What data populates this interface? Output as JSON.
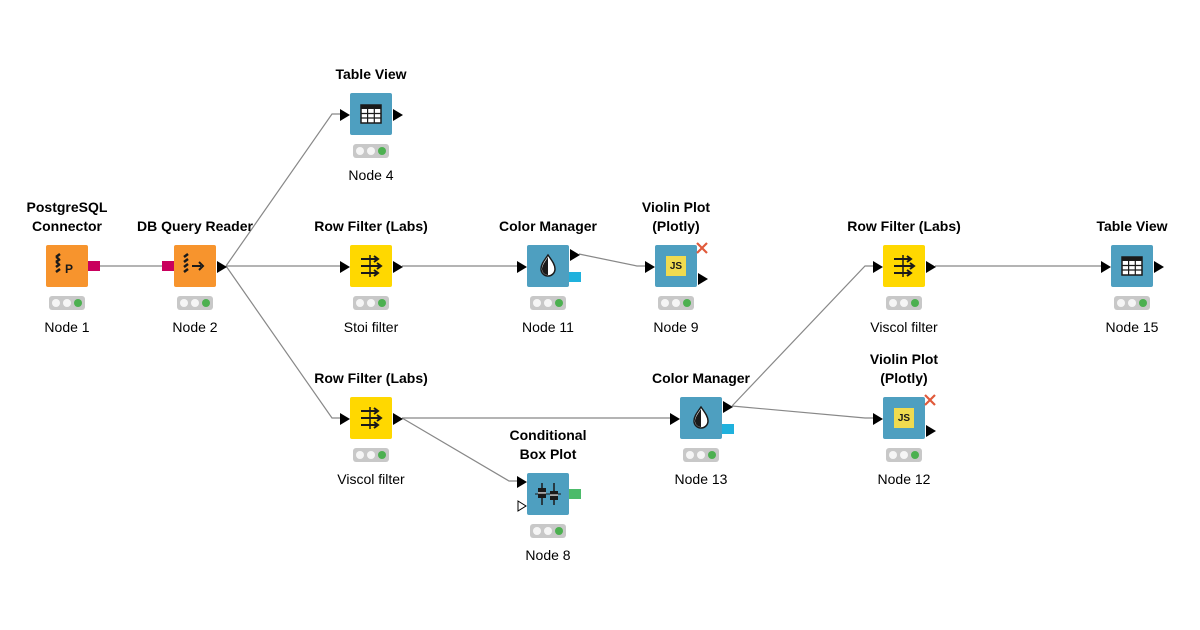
{
  "colors": {
    "connection": "#888888",
    "orange": "#f7942d",
    "yellow": "#ffd800",
    "blue": "#4e9fc0",
    "db_port": "#c9005d",
    "color_port": "#1fb1dd",
    "view_port": "#4cbb6a",
    "status_green": "#4cb050",
    "js_badge": "#f0db4f",
    "warning_x": "#e05a3b"
  },
  "nodes": {
    "n1": {
      "title": "PostgreSQL\nConnector",
      "label": "Node 1",
      "icon": "db-connector-icon"
    },
    "n2": {
      "title": "DB Query Reader",
      "label": "Node 2",
      "icon": "db-query-reader-icon"
    },
    "n4": {
      "title": "Table View",
      "label": "Node 4",
      "icon": "table-icon"
    },
    "nrf1": {
      "title": "Row Filter (Labs)",
      "label": "Stoi filter",
      "icon": "row-filter-icon"
    },
    "n11": {
      "title": "Color Manager",
      "label": "Node 11",
      "icon": "color-drop-icon"
    },
    "n9": {
      "title": "Violin Plot\n(Plotly)",
      "label": "Node 9",
      "icon": "js-icon"
    },
    "nrf3": {
      "title": "Row Filter (Labs)",
      "label": "Viscol filter",
      "icon": "row-filter-icon"
    },
    "n15": {
      "title": "Table View",
      "label": "Node 15",
      "icon": "table-icon"
    },
    "nrf2": {
      "title": "Row Filter (Labs)",
      "label": "Viscol filter",
      "icon": "row-filter-icon"
    },
    "n13": {
      "title": "Color Manager",
      "label": "Node 13",
      "icon": "color-drop-icon"
    },
    "n12": {
      "title": "Violin Plot\n(Plotly)",
      "label": "Node 12",
      "icon": "js-icon"
    },
    "n8": {
      "title": "Conditional\nBox Plot",
      "label": "Node 8",
      "icon": "box-plot-icon"
    }
  },
  "js_text": "JS",
  "connections": [
    [
      "n1",
      "n2"
    ],
    [
      "n2",
      "n4"
    ],
    [
      "n2",
      "nrf1"
    ],
    [
      "n2",
      "nrf2"
    ],
    [
      "nrf1",
      "n11"
    ],
    [
      "n11",
      "n9"
    ],
    [
      "nrf2",
      "n13"
    ],
    [
      "nrf2",
      "n8"
    ],
    [
      "n13",
      "nrf3"
    ],
    [
      "n13",
      "n12"
    ],
    [
      "nrf3",
      "n15"
    ]
  ]
}
